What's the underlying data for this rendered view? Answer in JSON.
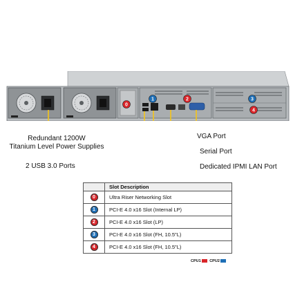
{
  "colors": {
    "callout": "#f5c518",
    "cpu1": "#d9252a",
    "cpu2": "#1f6fb6",
    "chassis": "#b9bdc0",
    "chassis_dark": "#54585c"
  },
  "callouts": {
    "psu_line1": "Redundant 1200W",
    "psu_line2": "Titanium Level Power Supplies",
    "usb": "2 USB 3.0 Ports",
    "vga": "VGA Port",
    "serial": "Serial Port",
    "ipmi": "Dedicated IPMI LAN Port"
  },
  "table": {
    "header": "Slot Description",
    "rows": [
      {
        "number": "0",
        "badge_color": "#d9252a",
        "label": "Ultra Riser Networking Slot"
      },
      {
        "number": "1",
        "badge_color": "#1f6fb6",
        "label": "PCI-E 4.0 x16 Slot (Internal LP)"
      },
      {
        "number": "2",
        "badge_color": "#d9252a",
        "label": "PCI-E 4.0 x16 Slot (LP)"
      },
      {
        "number": "3",
        "badge_color": "#1f6fb6",
        "label": "PCI-E 4.0 x16 Slot (FH, 10.5\"L)"
      },
      {
        "number": "4",
        "badge_color": "#d9252a",
        "label": "PCI-E 4.0 x16 Slot (FH, 10.5\"L)"
      }
    ]
  },
  "legend": {
    "cpu1": "CPU1",
    "cpu2": "CPU2"
  },
  "chassis_badges": [
    {
      "number": "1",
      "color": "#1f6fb6"
    },
    {
      "number": "2",
      "color": "#d9252a"
    },
    {
      "number": "3",
      "color": "#1f6fb6"
    },
    {
      "number": "0",
      "color": "#d9252a"
    },
    {
      "number": "4",
      "color": "#d9252a"
    }
  ]
}
